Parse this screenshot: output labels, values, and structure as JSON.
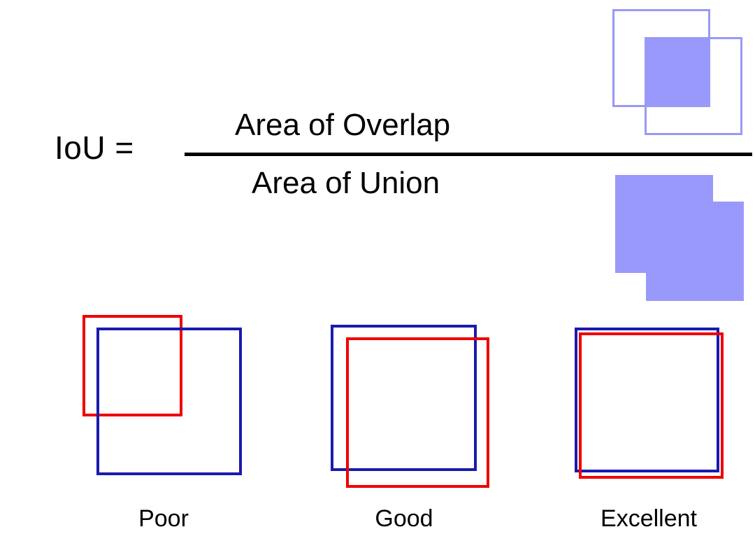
{
  "formula": {
    "lhs": "IoU  =",
    "numerator": "Area of Overlap",
    "denominator": "Area of Union"
  },
  "colors": {
    "fill_purple": "#9999fb",
    "outline_purple": "#9999f5",
    "ground_truth_red": "#ee0000",
    "prediction_blue": "#1a1aae",
    "text_black": "#000000",
    "background": "#ffffff"
  },
  "diagrams": {
    "overlap": {
      "caption": "Area of Overlap",
      "description": "two overlapping outlined squares with intersection filled"
    },
    "union": {
      "caption": "Area of Union",
      "description": "two overlapping squares filled as a single union region"
    }
  },
  "examples": [
    {
      "label": "Poor",
      "quality": "poor"
    },
    {
      "label": "Good",
      "quality": "good"
    },
    {
      "label": "Excellent",
      "quality": "excellent"
    }
  ]
}
